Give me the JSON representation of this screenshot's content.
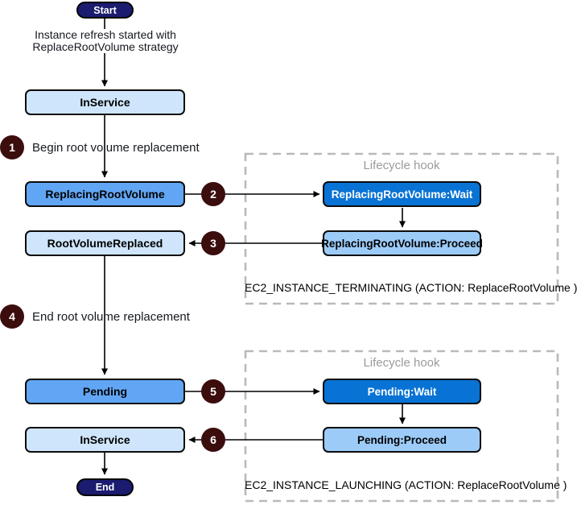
{
  "diagram": {
    "start": {
      "label": "Start"
    },
    "end": {
      "label": "End"
    },
    "intro": {
      "line1": "Instance refresh started with",
      "line2": "ReplaceRootVolume strategy"
    },
    "states": [
      {
        "label": "InService"
      },
      {
        "label": "ReplacingRootVolume"
      },
      {
        "label": "RootVolumeReplaced"
      },
      {
        "label": "Pending"
      },
      {
        "label": "InService"
      }
    ],
    "steps": [
      {
        "number": "1",
        "label": "Begin root volume replacement"
      },
      {
        "number": "2",
        "label": ""
      },
      {
        "number": "3",
        "label": ""
      },
      {
        "number": "4",
        "label": "End root volume replacement"
      },
      {
        "number": "5",
        "label": ""
      },
      {
        "number": "6",
        "label": ""
      }
    ],
    "hooks": [
      {
        "title": "Lifecycle hook",
        "wait_label": "ReplacingRootVolume:Wait",
        "proceed_label": "ReplacingRootVolume:Proceed",
        "event": "EC2_INSTANCE_TERMINATING (ACTION: ReplaceRootVolume )"
      },
      {
        "title": "Lifecycle hook",
        "wait_label": "Pending:Wait",
        "proceed_label": "Pending:Proceed",
        "event": "EC2_INSTANCE_LAUNCHING (ACTION: ReplaceRootVolume )"
      }
    ],
    "colors": {
      "terminal_fill": "#1b1b6f",
      "state_light": "#cfe5fb",
      "state_medium": "#61a6f4",
      "wait_fill": "#0873d4",
      "proceed_fill": "#9dcbf8",
      "step_circle": "#3c0d0d",
      "hook_border": "#b9b9b9",
      "hook_title": "#9b9b9b"
    }
  }
}
